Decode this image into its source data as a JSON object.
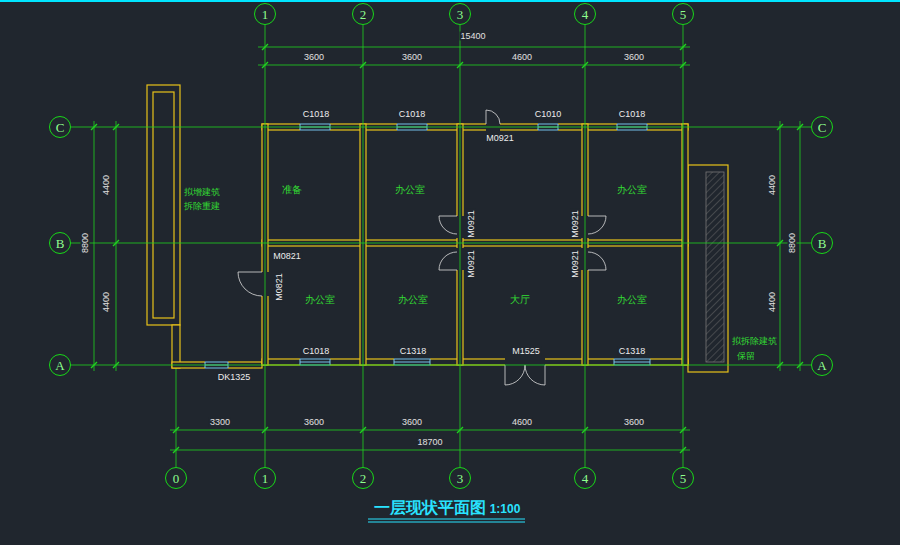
{
  "diagram": {
    "title": "一层现状平面图",
    "nodes": [
      {
        "text": [
          "1"
        ]
      },
      {
        "text": [
          "2"
        ]
      },
      {
        "text": [
          "3"
        ]
      },
      {
        "text": [
          "4"
        ]
      },
      {
        "text": [
          "5"
        ]
      },
      {
        "text": [
          "C"
        ]
      },
      {
        "text": [
          "C"
        ]
      },
      {
        "text": [
          "准备"
        ]
      },
      {
        "text": [
          "办公室"
        ]
      },
      {
        "text": [
          "办公室"
        ]
      },
      {
        "text": [
          "B"
        ]
      },
      {
        "text": [
          "B"
        ]
      },
      {
        "text": [
          "办公室"
        ]
      },
      {
        "text": [
          "办公室"
        ]
      },
      {
        "text": [
          "大厅"
        ]
      },
      {
        "text": [
          "办公室"
        ]
      },
      {
        "text": [
          "A"
        ]
      },
      {
        "text": [
          "A"
        ]
      },
      {
        "text": [
          "0"
        ]
      },
      {
        "text": [
          "1"
        ]
      },
      {
        "text": [
          "2"
        ]
      },
      {
        "text": [
          "3"
        ]
      },
      {
        "text": [
          "4"
        ]
      },
      {
        "text": [
          "5"
        ]
      }
    ],
    "edges": [
      {
        "from": 0,
        "to": 19,
        "arrow": "none"
      },
      {
        "from": 1,
        "to": 20,
        "arrow": "none"
      },
      {
        "from": 2,
        "to": 21,
        "arrow": "none"
      },
      {
        "from": 3,
        "to": 22,
        "arrow": "none"
      },
      {
        "from": 4,
        "to": 23,
        "arrow": "none"
      },
      {
        "from": 5,
        "to": 6,
        "arrow": "none"
      },
      {
        "from": 10,
        "to": 11,
        "arrow": "none"
      },
      {
        "from": 16,
        "to": 17,
        "arrow": "none"
      }
    ],
    "labels": [
      "15400",
      "3600",
      "3600",
      "4600",
      "3600",
      "C1018",
      "C1018",
      "C1010",
      "C1018",
      "M0921",
      "4400",
      "8800",
      "4400",
      "4400",
      "8800",
      "4400",
      "拟增建筑",
      "拆除重建",
      "M0921",
      "M0921",
      "M0921",
      "M0921",
      "M0821",
      "M0821",
      "C1018",
      "C1318",
      "M1525",
      "C1318",
      "拟拆除建筑",
      "保留",
      "DK1325",
      "3300",
      "3600",
      "3600",
      "4600",
      "3600",
      "18700",
      "1:100"
    ]
  }
}
